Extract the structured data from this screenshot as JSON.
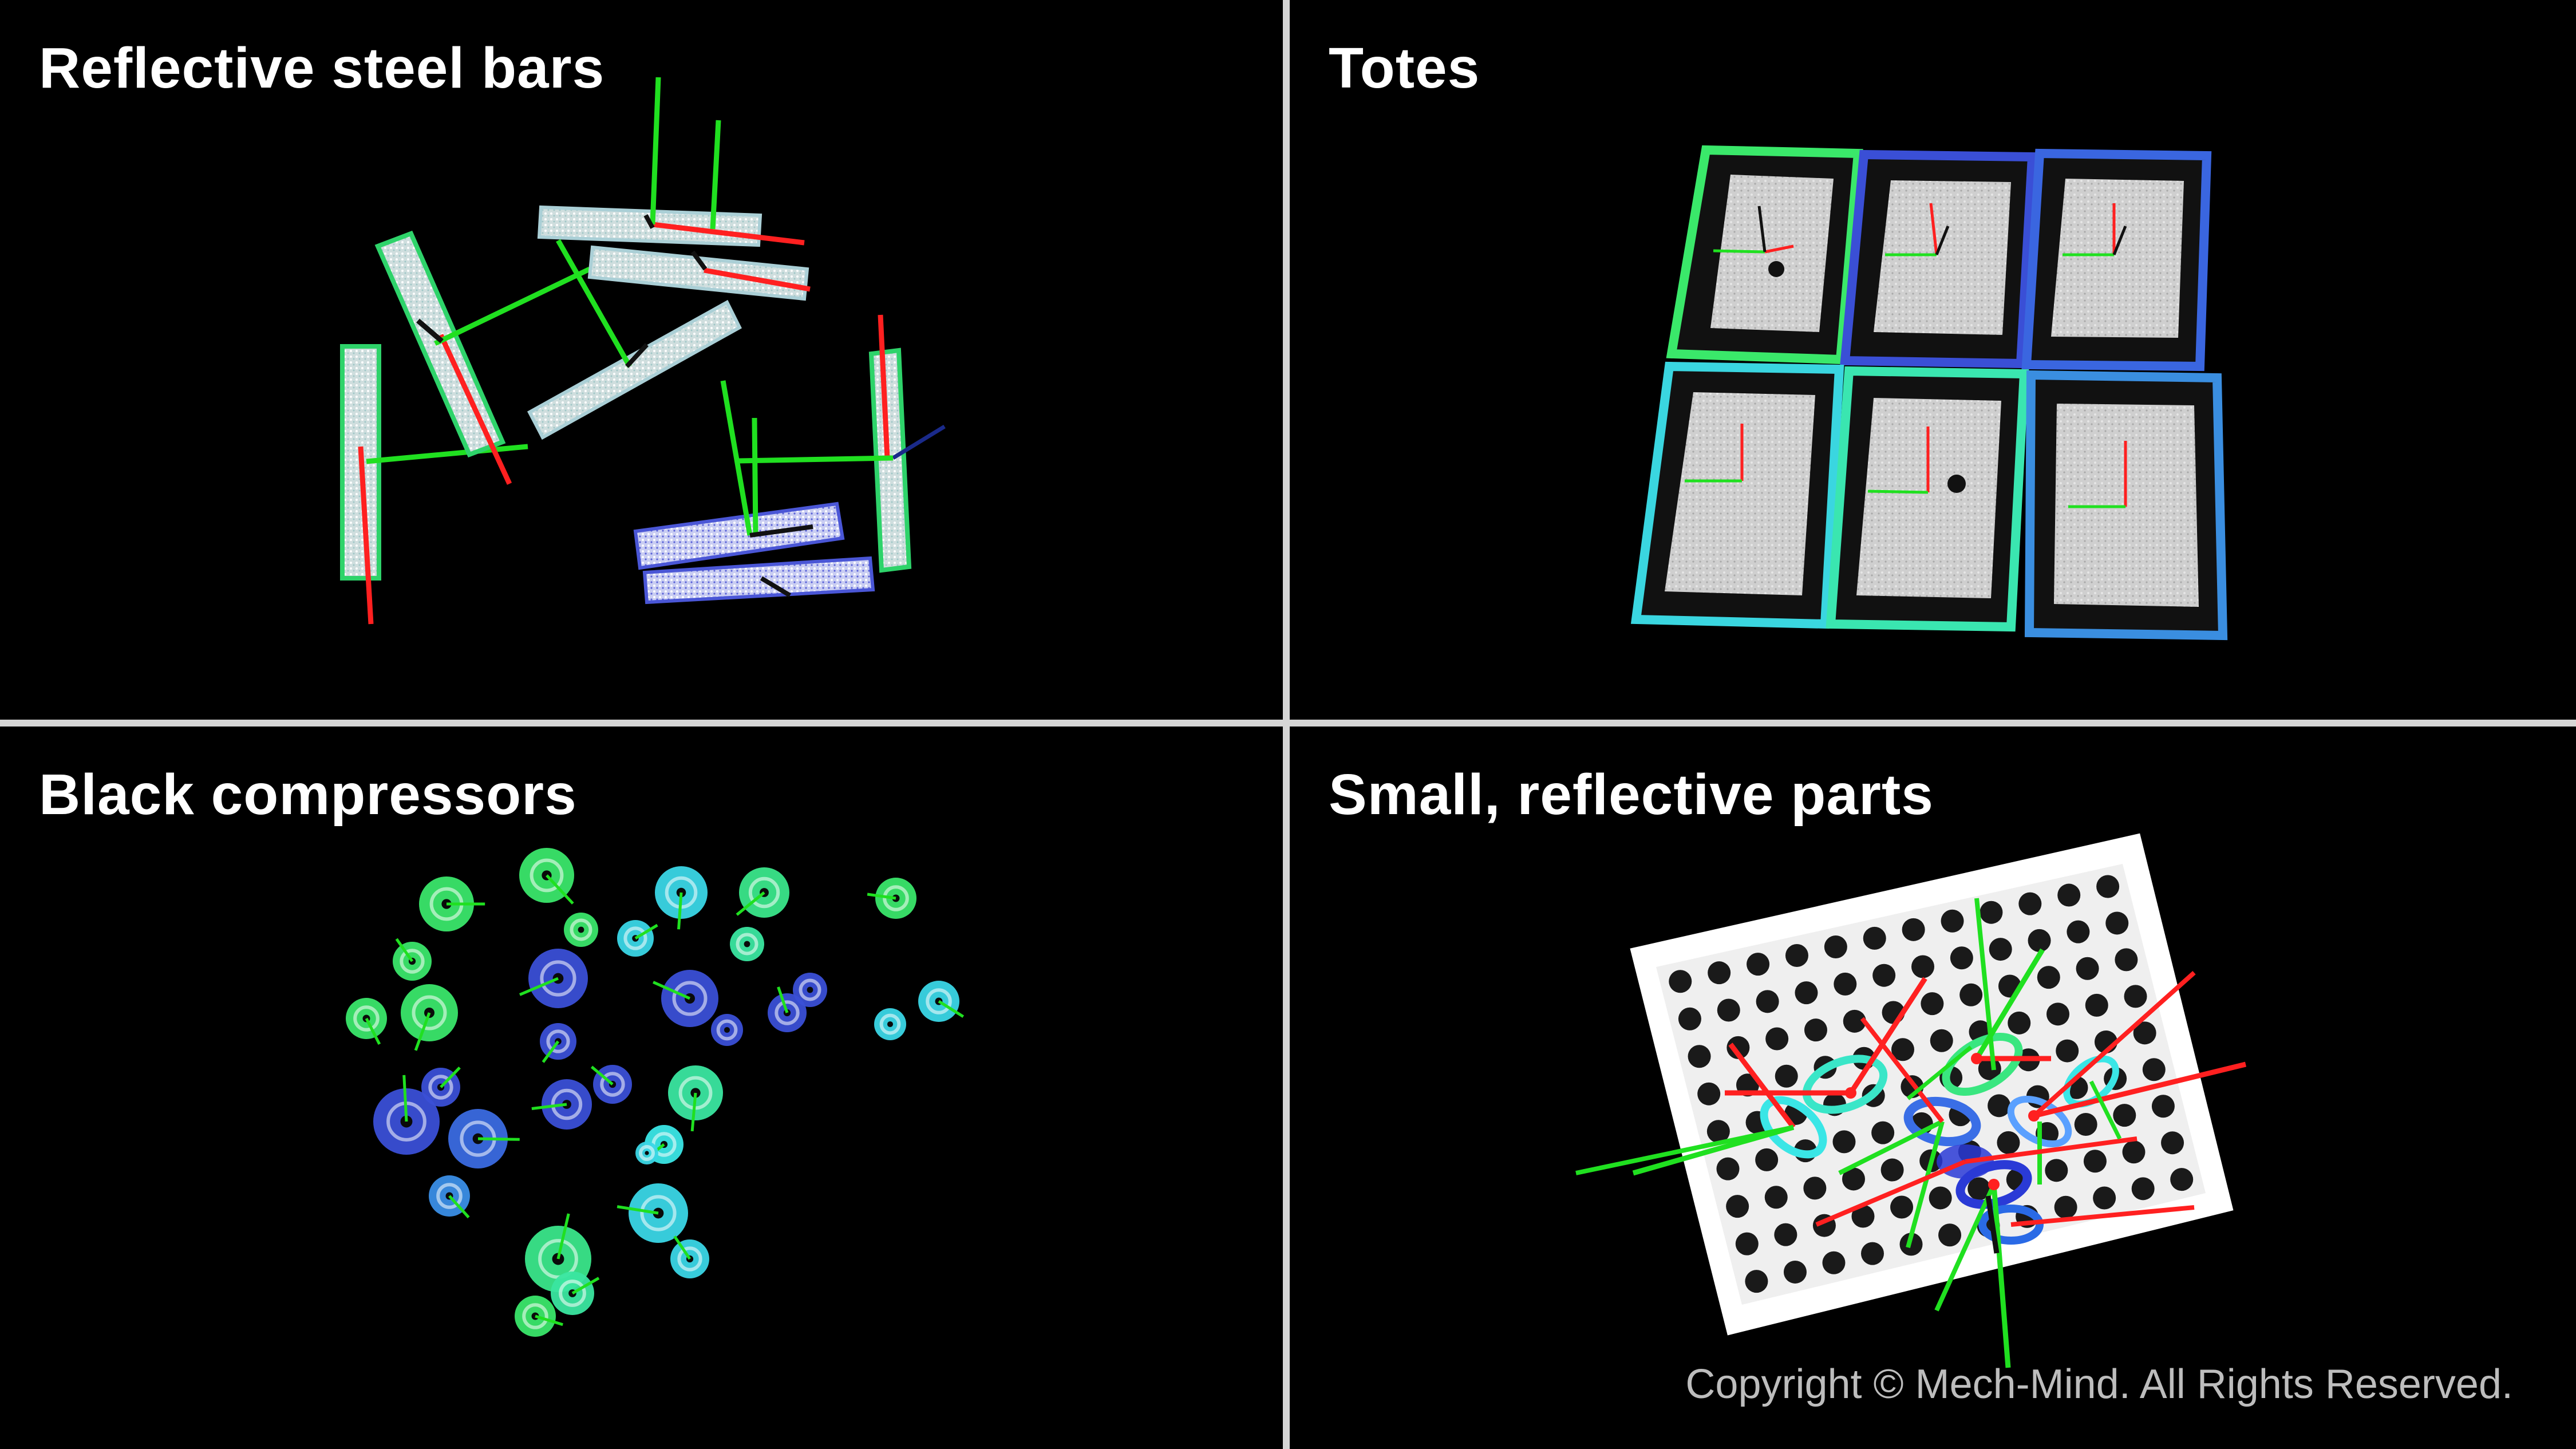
{
  "panels": {
    "steel_bars": {
      "title": "Reflective steel bars"
    },
    "totes": {
      "title": "Totes"
    },
    "compressors": {
      "title": "Black compressors"
    },
    "small_parts": {
      "title": "Small, reflective parts"
    }
  },
  "footer": {
    "copyright": "Copyright © Mech-Mind. All Rights Reserved."
  },
  "colors": {
    "background": "#000000",
    "divider": "#d6d6d6",
    "axis_x": "#ff2020",
    "axis_y": "#20e020",
    "axis_z": "#0a0a0a",
    "cloud_light": "#dde6e6",
    "cloud_green": "#2ee86a",
    "cloud_blue": "#3a4fd6",
    "cloud_cyan": "#3fd6e6"
  }
}
